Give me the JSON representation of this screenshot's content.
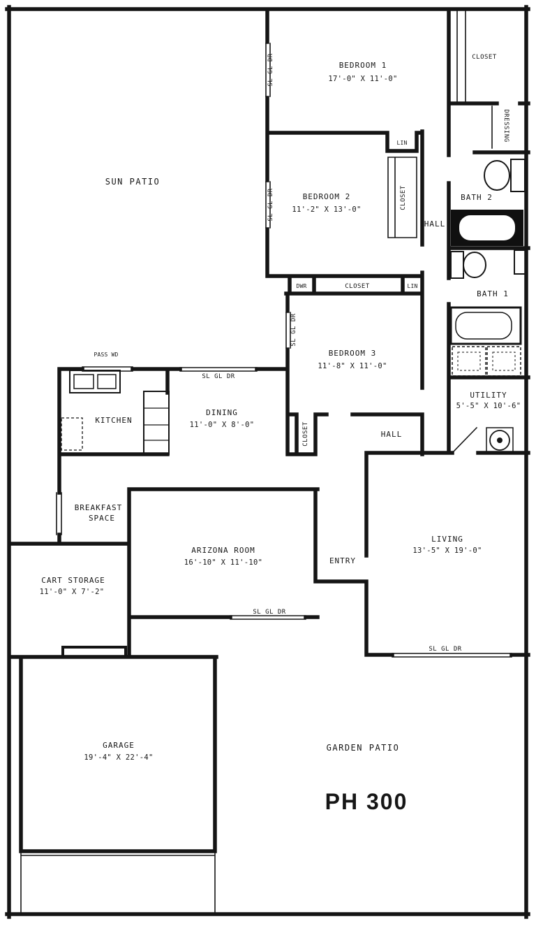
{
  "plan_title": "PH 300",
  "rooms": {
    "sun_patio": {
      "label": "SUN PATIO"
    },
    "bedroom1": {
      "label": "BEDROOM 1",
      "dims": "17'-0\" X 11'-0\""
    },
    "bedroom2": {
      "label": "BEDROOM 2",
      "dims": "11'-2\" X 13'-0\""
    },
    "bedroom3": {
      "label": "BEDROOM 3",
      "dims": "11'-8\" X 11'-0\""
    },
    "bath1": {
      "label": "BATH 1"
    },
    "bath2": {
      "label": "BATH 2"
    },
    "hall_bedrooms": {
      "label": "HALL"
    },
    "hall_entry": {
      "label": "HALL"
    },
    "dressing": {
      "label": "DRESSING"
    },
    "utility": {
      "label": "UTILITY",
      "dims": "5'-5\" X 10'-6\""
    },
    "kitchen": {
      "label": "KITCHEN"
    },
    "dining": {
      "label": "DINING",
      "dims": "11'-0\" X 8'-0\""
    },
    "breakfast_space": {
      "label1": "BREAKFAST",
      "label2": "SPACE"
    },
    "arizona_room": {
      "label": "ARIZONA ROOM",
      "dims": "16'-10\" X 11'-10\""
    },
    "entry": {
      "label": "ENTRY"
    },
    "living": {
      "label": "LIVING",
      "dims": "13'-5\" X 19'-0\""
    },
    "cart_storage": {
      "label": "CART STORAGE",
      "dims": "11'-0\" X 7'-2\""
    },
    "garage": {
      "label": "GARAGE",
      "dims": "19'-4\" X 22'-4\""
    },
    "garden_patio": {
      "label": "GARDEN PATIO"
    }
  },
  "features": {
    "closet": "CLOSET",
    "linen": "LIN",
    "drawer": "DWR",
    "pass_window": "PASS WD",
    "sliding_glass_door": "SL GL DR"
  },
  "colors": {
    "ink": "#151515",
    "paper": "#ffffff"
  }
}
